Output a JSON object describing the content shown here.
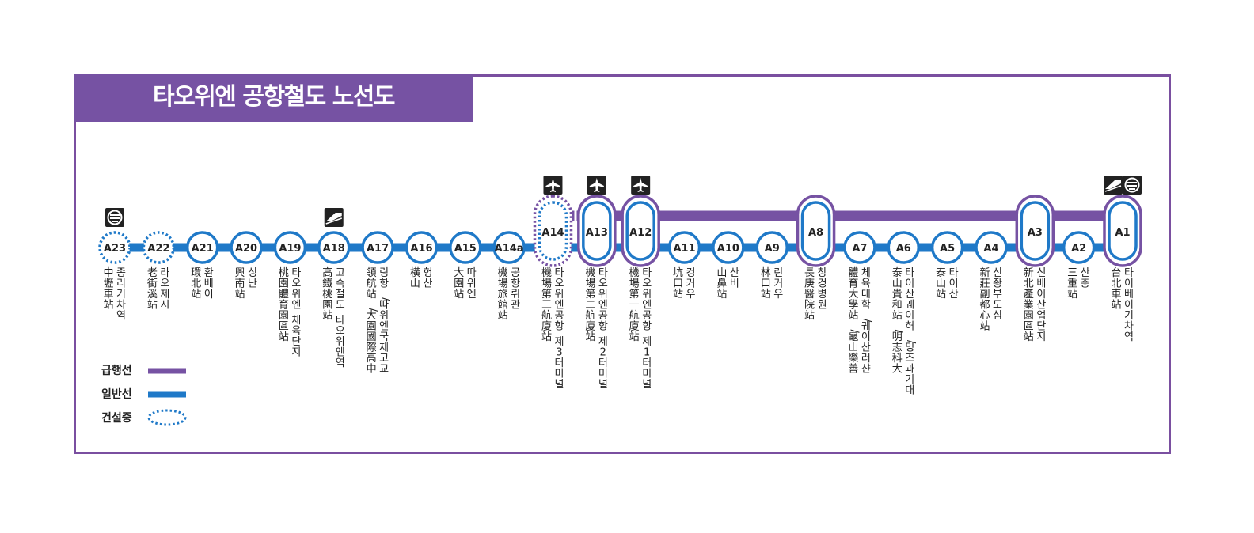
{
  "title": "타오위엔 공항철도 노선도",
  "colors": {
    "express": "#7652a3",
    "commuter": "#1f79c8",
    "frame": "#7a4fa0",
    "icon": "#222222"
  },
  "legend": {
    "express": "급행선",
    "commuter": "일반선",
    "construction": "건설중"
  },
  "stations": [
    {
      "code": "A23",
      "kor": "종리기차역",
      "han": "中壢車站",
      "status": "construction",
      "express": false,
      "icons": [
        "train-icon"
      ]
    },
    {
      "code": "A22",
      "kor": "라오제시",
      "han": "老街溪站",
      "status": "construction",
      "express": false,
      "icons": []
    },
    {
      "code": "A21",
      "kor": "환베이",
      "han": "環北站",
      "status": "open",
      "express": false,
      "icons": []
    },
    {
      "code": "A20",
      "kor": "싱난",
      "han": "興南站",
      "status": "open",
      "express": false,
      "icons": []
    },
    {
      "code": "A19",
      "kor": "타오위엔 체육단지",
      "han": "桃園體育園區站",
      "status": "open",
      "express": false,
      "icons": []
    },
    {
      "code": "A18",
      "kor": "고속철도 타오위엔역",
      "han": "高鐵桃園站",
      "status": "open",
      "express": false,
      "icons": [
        "hsr-icon"
      ]
    },
    {
      "code": "A17",
      "kor": "링항/따위엔국제고교",
      "han": "領航站/大園國際高中",
      "status": "open",
      "express": false,
      "icons": []
    },
    {
      "code": "A16",
      "kor": "헝산",
      "han": "橫山",
      "status": "open",
      "express": false,
      "icons": []
    },
    {
      "code": "A15",
      "kor": "따위엔",
      "han": "大園站",
      "status": "open",
      "express": false,
      "icons": []
    },
    {
      "code": "A14a",
      "kor": "공항뤼관",
      "han": "機場旅館站",
      "status": "open",
      "express": false,
      "icons": []
    },
    {
      "code": "A14",
      "kor": "타오위엔공항 제3터미널",
      "han": "機場第三航廈站",
      "status": "construction",
      "express": true,
      "icons": [
        "airport-icon"
      ]
    },
    {
      "code": "A13",
      "kor": "타오위엔공항 제2터미널",
      "han": "機場第二航廈站",
      "status": "open",
      "express": true,
      "icons": [
        "airport-icon"
      ]
    },
    {
      "code": "A12",
      "kor": "타오위엔공항 제1터미널",
      "han": "機場第一航廈站",
      "status": "open",
      "express": true,
      "icons": [
        "airport-icon"
      ]
    },
    {
      "code": "A11",
      "kor": "컹커우",
      "han": "坑口站",
      "status": "open",
      "express": false,
      "icons": []
    },
    {
      "code": "A10",
      "kor": "산비",
      "han": "山鼻站",
      "status": "open",
      "express": false,
      "icons": []
    },
    {
      "code": "A9",
      "kor": "린커우",
      "han": "林口站",
      "status": "open",
      "express": false,
      "icons": []
    },
    {
      "code": "A8",
      "kor": "창겅병원",
      "han": "長庚醫院站",
      "status": "open",
      "express": true,
      "icons": []
    },
    {
      "code": "A7",
      "kor": "체육대학/궤이산러샨",
      "han": "體育大學站/龜山樂善",
      "status": "open",
      "express": false,
      "icons": []
    },
    {
      "code": "A6",
      "kor": "타이산궤이허/밍즈과기대",
      "han": "泰山貴和站/明志科大",
      "status": "open",
      "express": false,
      "icons": []
    },
    {
      "code": "A5",
      "kor": "타이산",
      "han": "泰山站",
      "status": "open",
      "express": false,
      "icons": []
    },
    {
      "code": "A4",
      "kor": "신좡부도심",
      "han": "新莊副都心站",
      "status": "open",
      "express": false,
      "icons": []
    },
    {
      "code": "A3",
      "kor": "신베이산업단지",
      "han": "新北產業園區站",
      "status": "open",
      "express": true,
      "icons": []
    },
    {
      "code": "A2",
      "kor": "산총",
      "han": "三重站",
      "status": "open",
      "express": false,
      "icons": []
    },
    {
      "code": "A1",
      "kor": "타이베이기차역",
      "han": "台北車站",
      "status": "open",
      "express": true,
      "icons": [
        "hsr-icon",
        "train-icon"
      ]
    }
  ]
}
